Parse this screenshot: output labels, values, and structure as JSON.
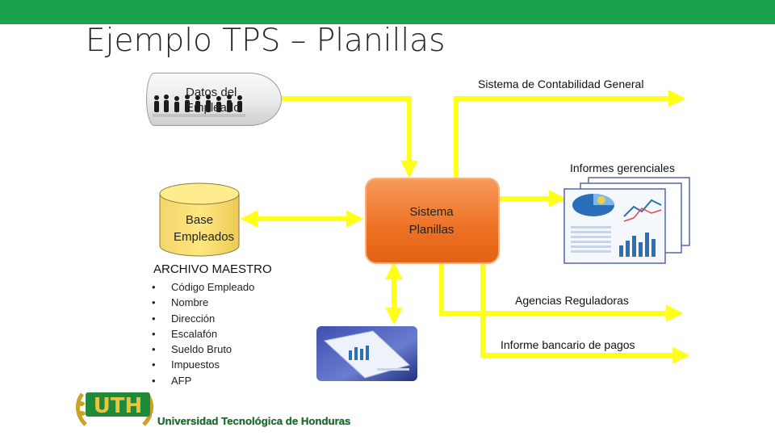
{
  "slide": {
    "title": "Ejemplo TPS – Planillas"
  },
  "nodes": {
    "datos_empleado": "Datos del Empleado",
    "base_empleados": "Base Empleados",
    "sistema_planillas": "Sistema Planillas"
  },
  "outputs": {
    "contabilidad": "Sistema de Contabilidad General",
    "informes_gerenciales": "Informes gerenciales",
    "agencias": "Agencias Reguladoras",
    "informe_bancario": "Informe bancario de pagos"
  },
  "archivo_maestro": {
    "title": "ARCHIVO MAESTRO",
    "items": [
      "Código Empleado",
      "Nombre",
      "Dirección",
      "Escalafón",
      "Sueldo Bruto",
      "Impuestos",
      "AFP"
    ]
  },
  "logo": {
    "short": "UTH",
    "full": "Universidad Tecnológica de Honduras"
  },
  "colors": {
    "arrow": "#ffff1a",
    "sistema": "#ee7022",
    "bar": "#1aa34a",
    "logo_gold": "#c9a227"
  },
  "icons": [
    "people-icon",
    "database-icon",
    "report-icon",
    "printout-icon",
    "laurel-icon"
  ]
}
